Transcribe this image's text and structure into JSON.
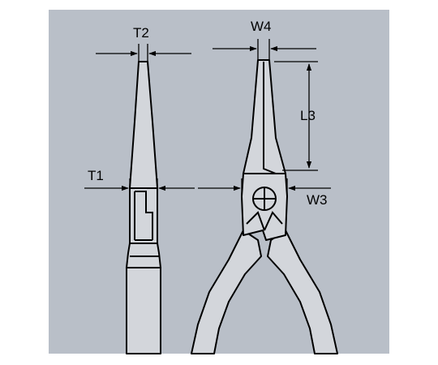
{
  "colors": {
    "page_background": "#ffffff",
    "panel_background": "#b9bfc8",
    "tool_fill": "#d3d6db",
    "outline": "#000000"
  },
  "labels": {
    "t2": "T2",
    "w4": "W4",
    "l3": "L3",
    "t1": "T1",
    "w3": "W3"
  }
}
